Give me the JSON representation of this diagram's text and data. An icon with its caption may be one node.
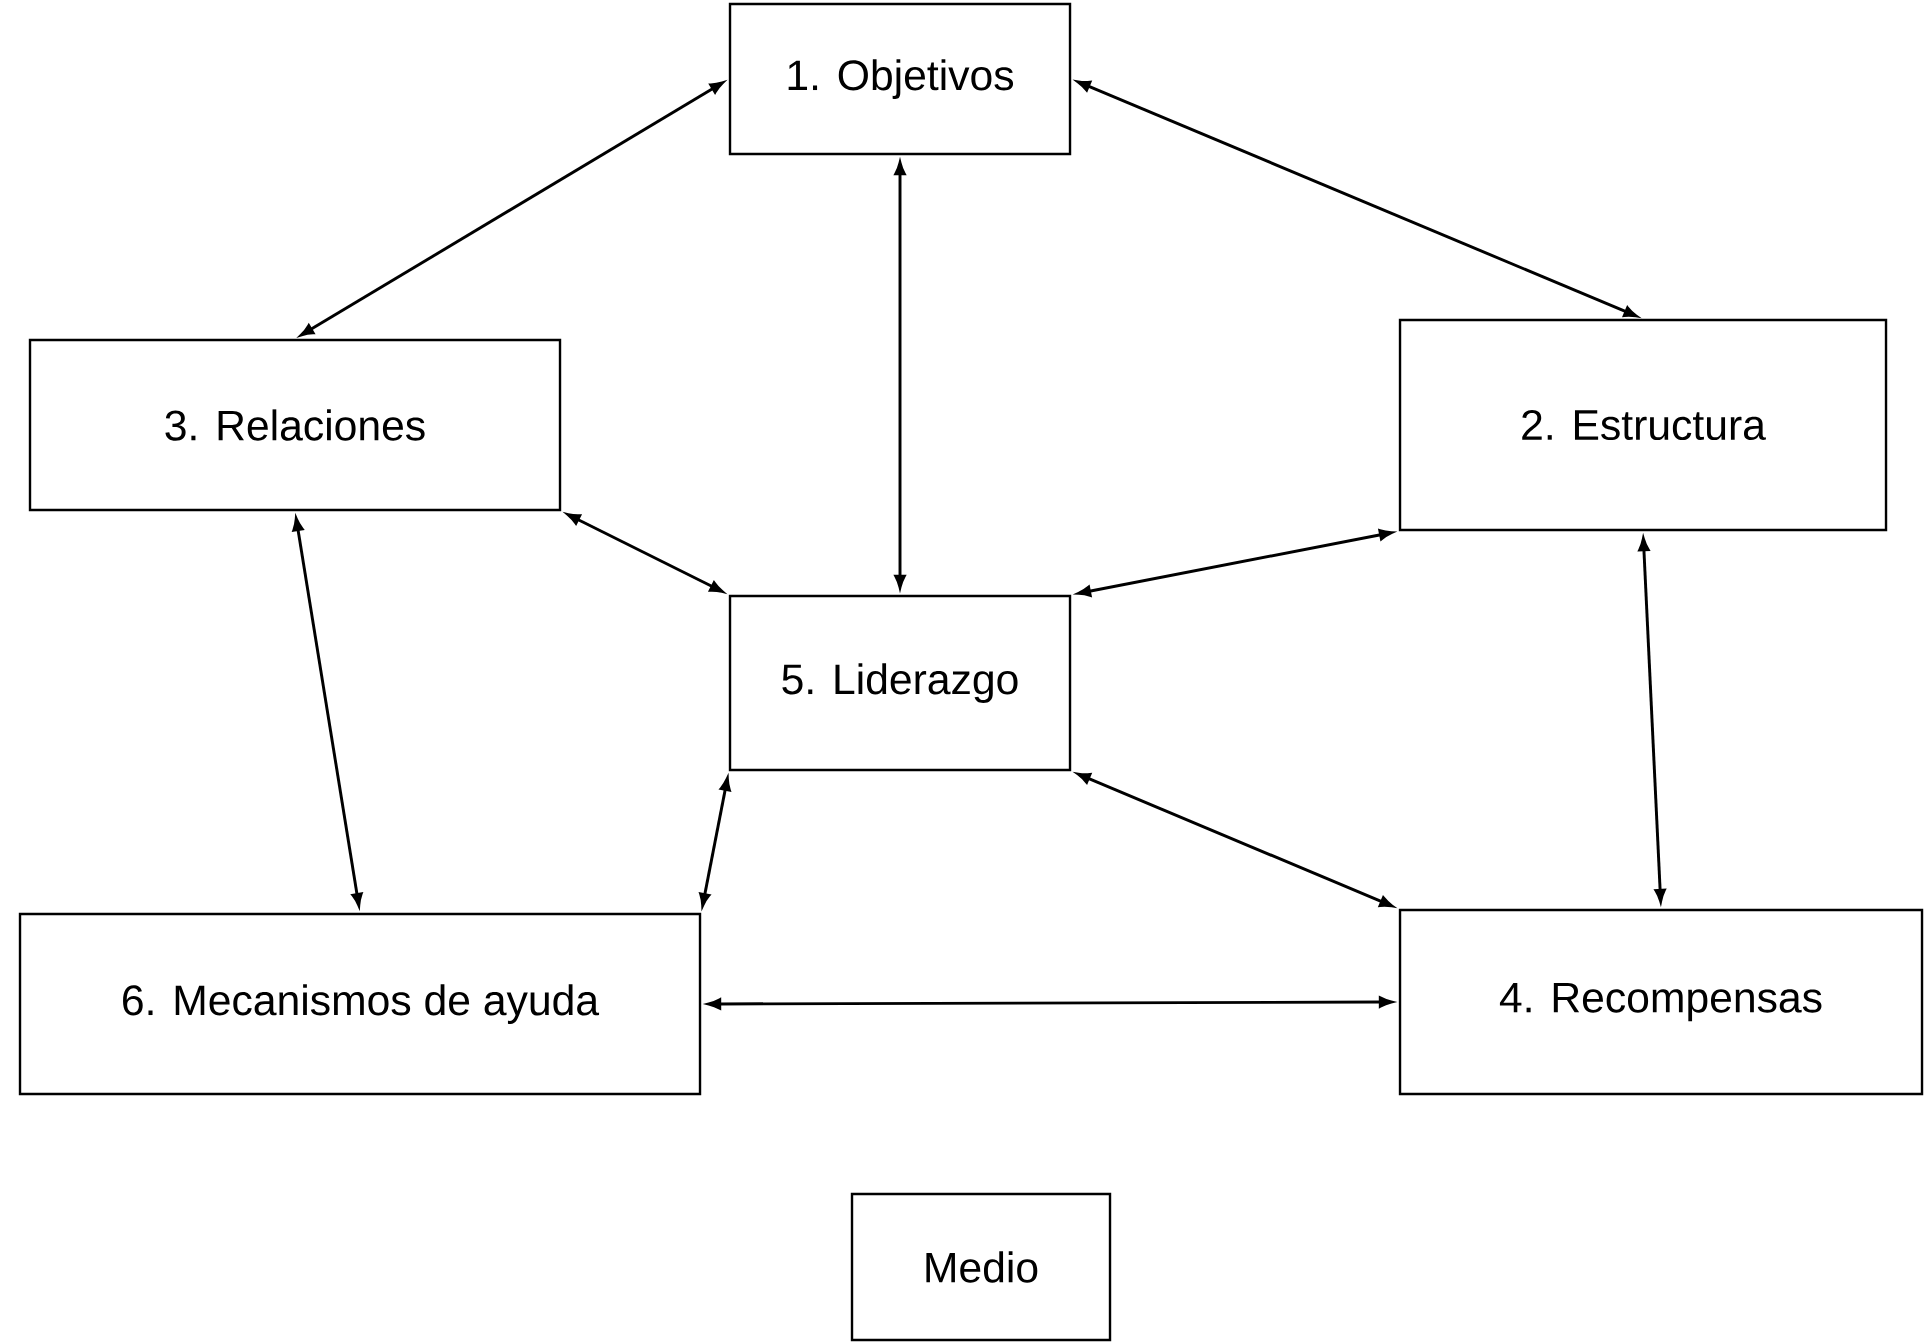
{
  "diagram": {
    "nodes": [
      {
        "text": [
          "1. Objetivos"
        ]
      },
      {
        "text": [
          "3. Relaciones"
        ]
      },
      {
        "text": [
          "2. Estructura"
        ]
      },
      {
        "text": [
          "5. Liderazgo"
        ]
      },
      {
        "text": [
          "6. Mecanismos de ayuda"
        ]
      },
      {
        "text": [
          "4. Recompensas"
        ]
      },
      {
        "text": [
          "Medio"
        ]
      }
    ],
    "edges": [
      {
        "from": 0,
        "to": 1,
        "arrow": "both"
      },
      {
        "from": 0,
        "to": 2,
        "arrow": "both"
      },
      {
        "from": 0,
        "to": 3,
        "arrow": "both"
      },
      {
        "from": 1,
        "to": 3,
        "arrow": "both"
      },
      {
        "from": 2,
        "to": 3,
        "arrow": "both"
      },
      {
        "from": 1,
        "to": 4,
        "arrow": "both"
      },
      {
        "from": 2,
        "to": 5,
        "arrow": "both"
      },
      {
        "from": 3,
        "to": 4,
        "arrow": "both"
      },
      {
        "from": 3,
        "to": 5,
        "arrow": "both"
      },
      {
        "from": 4,
        "to": 5,
        "arrow": "both"
      }
    ]
  }
}
